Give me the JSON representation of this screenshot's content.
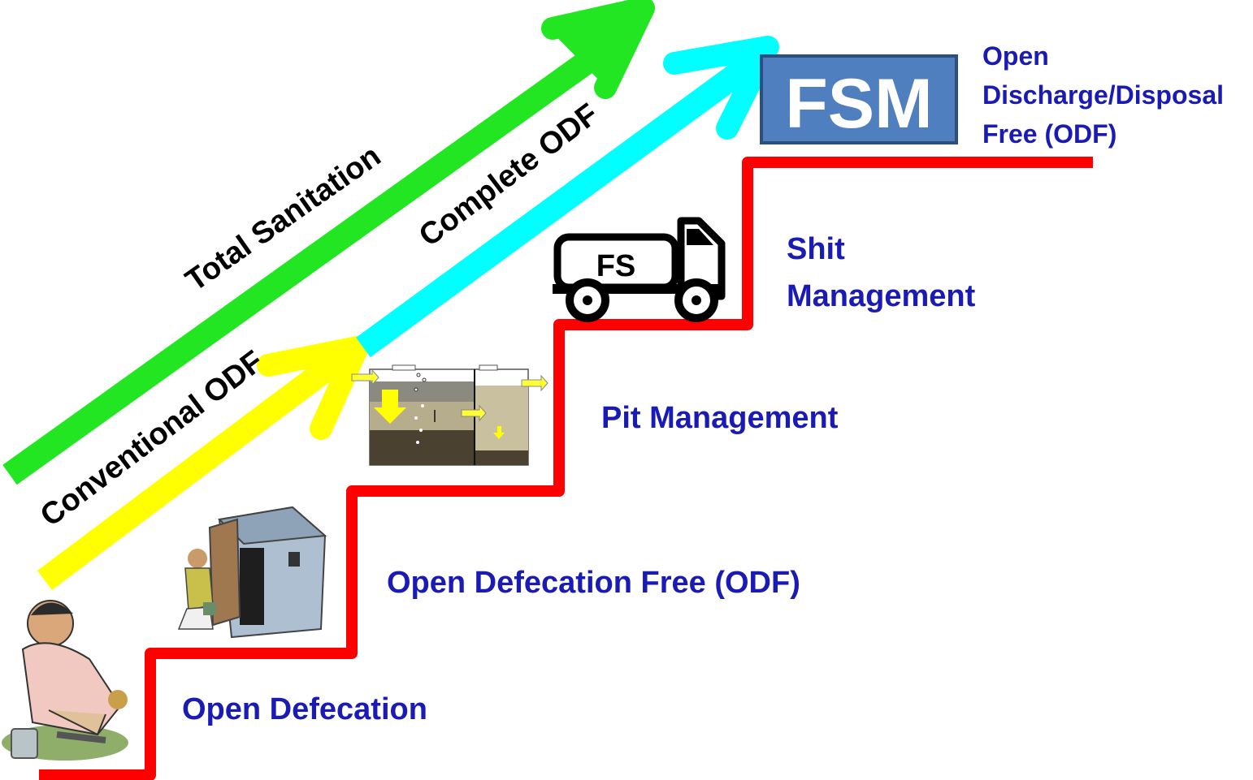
{
  "steps": {
    "open_defecation": "Open Defecation",
    "odf": "Open Defecation Free (ODF)",
    "pit_management": "Pit Management",
    "shit_management_line1": "Shit",
    "shit_management_line2": "Management",
    "open_discharge_line1": "Open",
    "open_discharge_line2": "Discharge/Disposal",
    "open_discharge_line3": "Free (ODF)"
  },
  "arrows": {
    "total_sanitation": "Total Sanitation",
    "conventional_odf": "Conventional ODF",
    "complete_odf": "Complete ODF"
  },
  "truck_label": "FS",
  "fsm_box_label": "FSM",
  "colors": {
    "stair": "#ff0000",
    "total_sanitation_arrow": "#22e622",
    "conventional_arrow": "#ffff00",
    "complete_arrow": "#00ffff",
    "label_text": "#1a1ab4",
    "fsm_box": "#4f7fbf"
  }
}
